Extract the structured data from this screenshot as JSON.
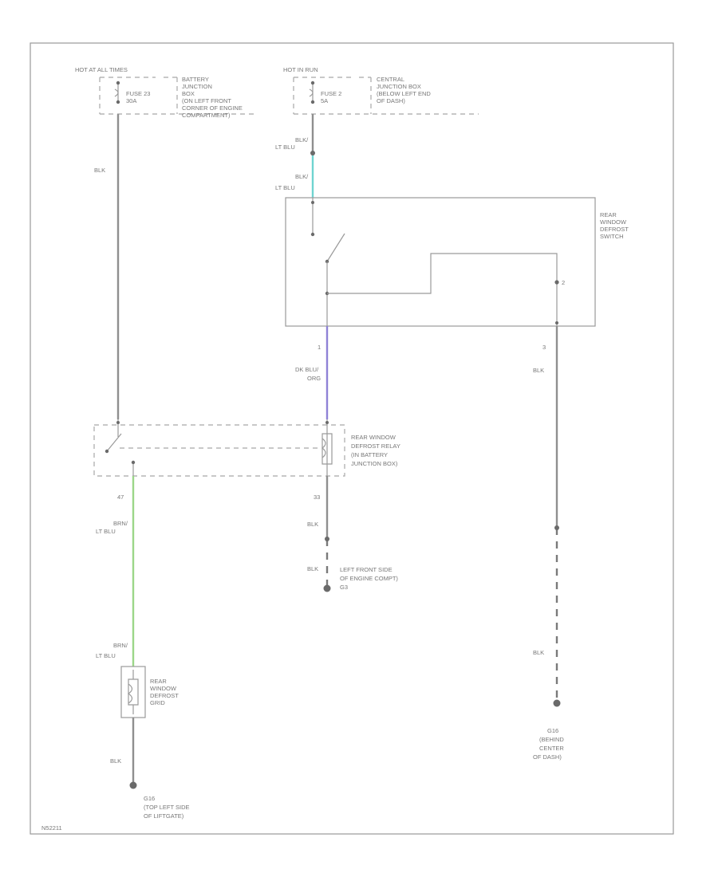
{
  "diagram": {
    "fuse_left": {
      "header": "HOT AT ALL TIMES",
      "name": "FUSE 23",
      "rating": "30A",
      "location": [
        "BATTERY",
        "JUNCTION",
        "BOX",
        "(ON LEFT FRONT",
        "CORNER OF ENGINE",
        "COMPARTMENT)"
      ]
    },
    "fuse_right": {
      "header": "HOT IN RUN",
      "name": "FUSE 2",
      "rating": "5A",
      "location": [
        "CENTRAL",
        "JUNCTION BOX",
        "(BELOW LEFT END",
        "OF DASH)"
      ]
    },
    "wires": {
      "left_main": "BLK",
      "fuse2_out_a": [
        "BLK/",
        "LT BLU"
      ],
      "fuse2_out_b": [
        "BLK/",
        "LT BLU"
      ],
      "switch_out": [
        "DK BLU/",
        "ORG"
      ],
      "relay_ground": "BLK",
      "relay_ground_b": "BLK",
      "switch_ground": "BLK",
      "switch_ground_b": "BLK",
      "relay_to_grid": [
        "BRN/",
        "LT BLU"
      ],
      "grid_in": [
        "BRN/",
        "LT BLU"
      ],
      "grid_ground": "BLK"
    },
    "pins": {
      "switch_in": "1",
      "switch_right_top": "2",
      "switch_right_bottom": "3",
      "relay_out": "47",
      "relay_ground": "33"
    },
    "switch": {
      "label": [
        "REAR",
        "WINDOW",
        "DEFROST",
        "SWITCH"
      ]
    },
    "relay": {
      "label": [
        "REAR WINDOW",
        "DEFROST RELAY",
        "(IN BATTERY",
        "JUNCTION BOX)"
      ]
    },
    "grid": {
      "label": [
        "REAR",
        "WINDOW",
        "DEFROST",
        "GRID"
      ]
    },
    "grounds": {
      "engine": [
        "LEFT FRONT SIDE",
        "OF ENGINE COMPT)",
        "G3"
      ],
      "dash": [
        "G16",
        "(BEHIND",
        "CENTER",
        "OF DASH)"
      ],
      "liftgate": [
        "G16",
        "(TOP LEFT SIDE",
        "OF LIFTGATE)"
      ]
    },
    "footer_id": "N52211",
    "colors": {
      "dk_blu_org": "#8f82d6",
      "lt_blu_accent": "#6fd4d0",
      "brn_lt_blu": "#9bd688"
    }
  }
}
